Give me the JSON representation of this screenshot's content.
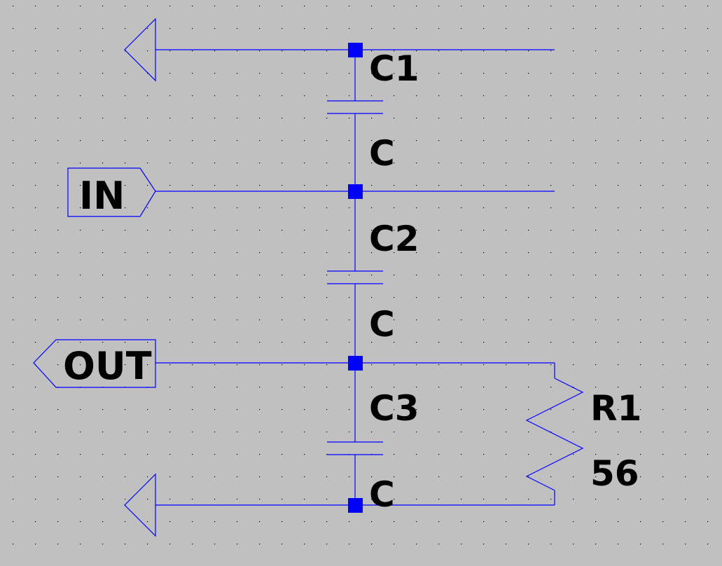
{
  "schematic": {
    "ports": {
      "in": "IN",
      "out": "OUT"
    },
    "components": [
      {
        "ref": "C1",
        "value": "C"
      },
      {
        "ref": "C2",
        "value": "C"
      },
      {
        "ref": "C3",
        "value": "C"
      },
      {
        "ref": "R1",
        "value": "56"
      }
    ]
  },
  "colors": {
    "background": "#c0c0c0",
    "wire": "#0000ff",
    "text": "#000000",
    "grid_dot": "#000000"
  }
}
